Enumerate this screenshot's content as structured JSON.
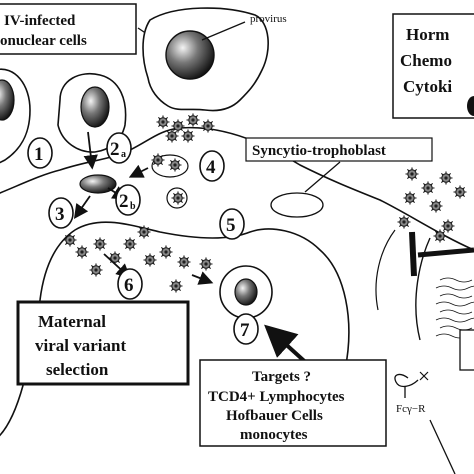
{
  "labels": {
    "infected_cells_line1": "IV-infected",
    "infected_cells_line2": "onuclear cells",
    "provirus": "provirus",
    "syncytio": "Syncytio-trophoblast",
    "horm1": "Horm",
    "horm2": "Chemo",
    "horm3": "Cytoki",
    "maternal1": "Maternal",
    "maternal2": "viral variant",
    "maternal3": "selection",
    "targets_title": "Targets ?",
    "targets_1": "TCD4+ Lymphocytes",
    "targets_2": "Hofbauer Cells",
    "targets_3": "monocytes",
    "receptor": "Fcγ−R"
  },
  "steps": [
    {
      "num": "1",
      "sub": ""
    },
    {
      "num": "2",
      "sub": "a"
    },
    {
      "num": "2",
      "sub": "b"
    },
    {
      "num": "3",
      "sub": ""
    },
    {
      "num": "4",
      "sub": ""
    },
    {
      "num": "5",
      "sub": ""
    },
    {
      "num": "6",
      "sub": ""
    },
    {
      "num": "7",
      "sub": ""
    }
  ]
}
